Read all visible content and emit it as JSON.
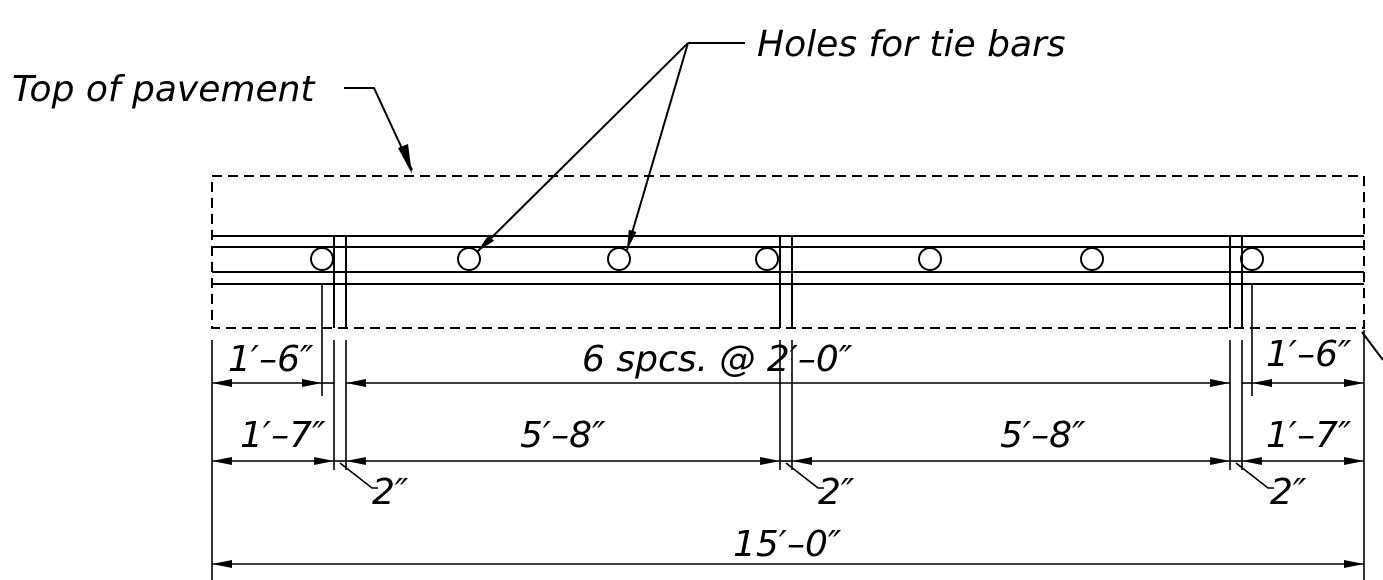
{
  "labels": {
    "top_of_pavement": "Top of pavement",
    "holes_for_tie_bars": "Holes for tie bars"
  },
  "dimensions": {
    "row1_left": "1′–6″",
    "row1_middle": "6 spcs. @ 2′–0″",
    "row1_right": "1′–6″",
    "row2_left": "1′–7″",
    "row2_mid_left": "5′–8″",
    "row2_mid_right": "5′–8″",
    "row2_right": "1′–7″",
    "gap_1": "2″",
    "gap_2": "2″",
    "gap_3": "2″",
    "total": "15′–0″"
  },
  "colors": {
    "ink": "#000000",
    "paper": "#ffffff"
  }
}
